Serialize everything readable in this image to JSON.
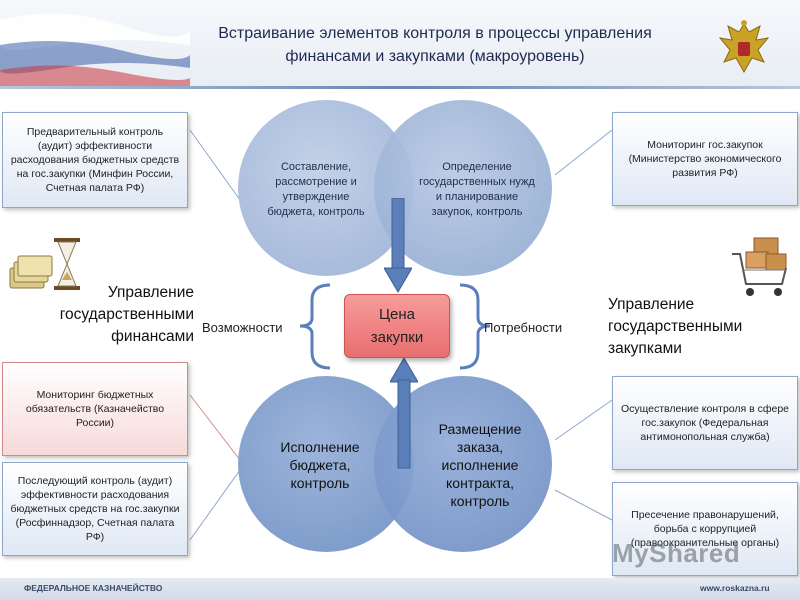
{
  "header": {
    "title_line1": "Встраивание элементов контроля в процессы управления",
    "title_line2": "финансами и закупками (макроуровень)"
  },
  "left_boxes": [
    {
      "text": "Предварительный контроль (аудит) эффективности расходования бюджетных средств на гос.закупки (Минфин России, Счетная палата РФ)"
    },
    {
      "text": "Мониторинг бюджетных обязательств (Казначейство России)"
    },
    {
      "text": "Последующий контроль (аудит) эффективности расходования бюджетных средств на гос.закупки (Росфиннадзор, Счетная палата РФ)"
    }
  ],
  "right_boxes": [
    {
      "text": "Мониторинг гос.закупок (Министерство экономического развития РФ)"
    },
    {
      "text": "Осуществление контроля в сфере гос.закупок (Федеральная антимонопольная служба)"
    },
    {
      "text": "Пресечение правонарушений, борьба с коррупцией (правоохранительные органы)"
    }
  ],
  "circles": {
    "top_left": "Составление, рассмотрение и утверждение бюджета, контроль",
    "top_right": "Определение государственных нужд и планирование закупок, контроль",
    "bottom_left": "Исполнение бюджета, контроль",
    "bottom_right": "Размещение заказа, исполнение контракта, контроль"
  },
  "center": {
    "label": "Цена закупки"
  },
  "labels": {
    "left_area": "Управление государственными финансами",
    "right_area": "Управление государственными закупками",
    "opportunities": "Возможности",
    "needs": "Потребности"
  },
  "footer": {
    "left": "ФЕДЕРАЛЬНОЕ КАЗНАЧЕЙСТВО",
    "right": "www.roskazna.ru"
  },
  "watermark": "MyShared",
  "colors": {
    "circle_light": "#aec0dc",
    "circle_mid": "#8ea8cf",
    "circle_dark": "#6f8fc0",
    "arrow": "#5b7fb8",
    "center_box": "#ef8585"
  }
}
